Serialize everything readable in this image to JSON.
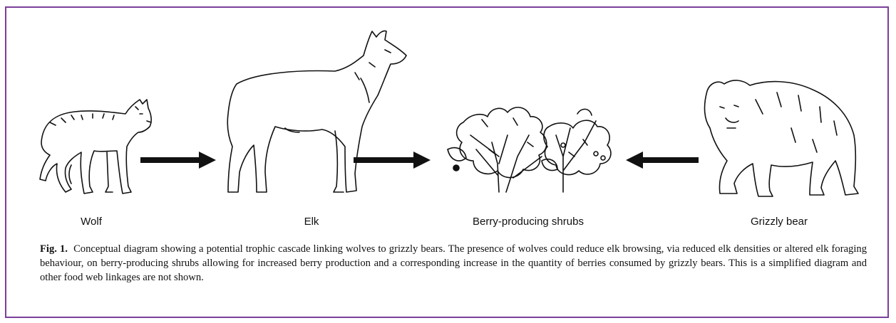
{
  "figure": {
    "labels": {
      "wolf": "Wolf",
      "elk": "Elk",
      "shrubs": "Berry-producing shrubs",
      "bear": "Grizzly bear"
    },
    "caption": {
      "label": "Fig. 1.",
      "text": "Conceptual diagram showing a potential trophic cascade linking wolves to grizzly bears. The presence of wolves could reduce elk browsing, via reduced elk densities or altered elk foraging behaviour, on berry-producing shrubs allowing for increased berry production and a corresponding increase in the quantity of berries consumed by grizzly bears. This is a simplified diagram and other food web linkages are not shown."
    },
    "colors": {
      "border": "#7b3f99",
      "ink": "#111111"
    }
  }
}
